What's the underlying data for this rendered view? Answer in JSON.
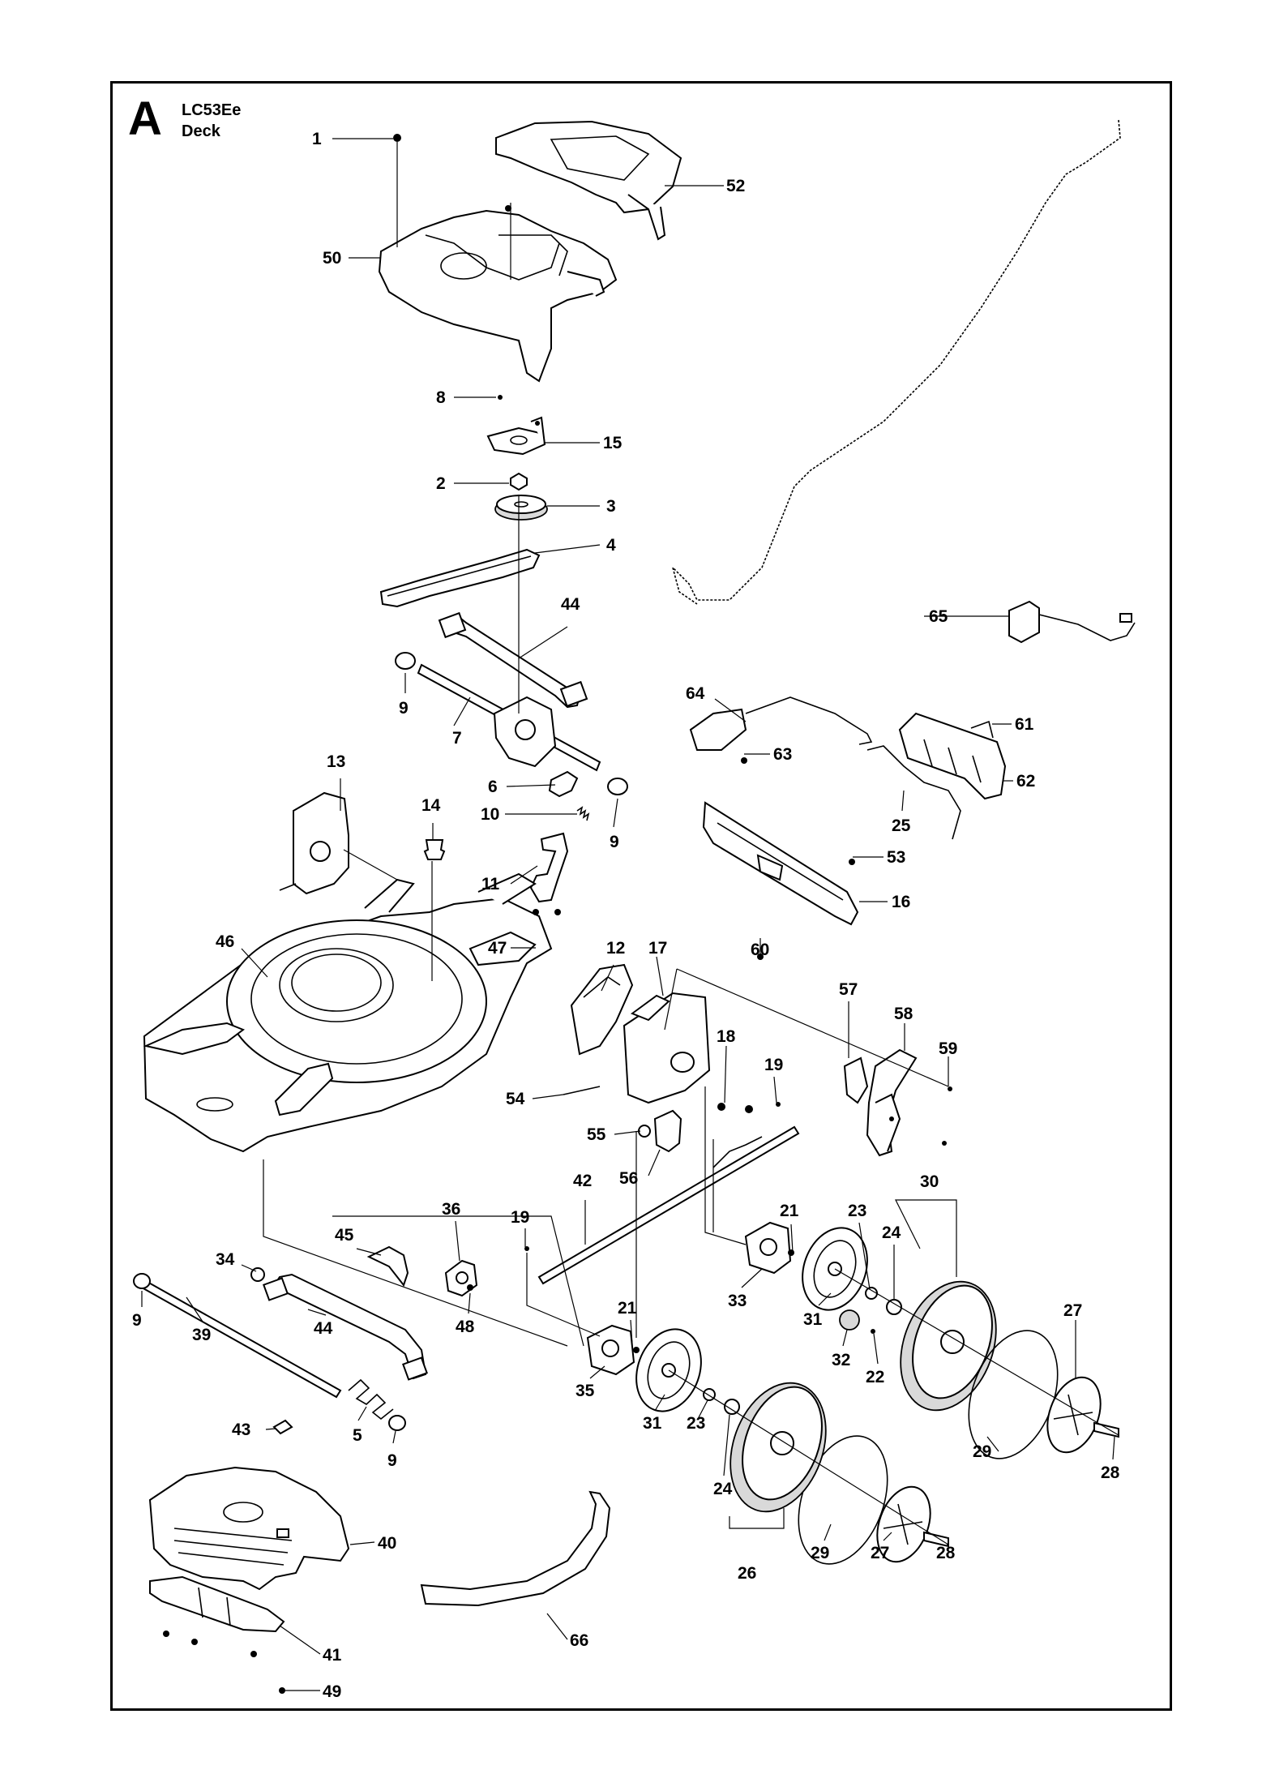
{
  "header": {
    "section": "A",
    "model": "LC53Ee",
    "subtitle": "Deck"
  },
  "callouts": [
    {
      "id": "c1",
      "label": "1"
    },
    {
      "id": "c52",
      "label": "52"
    },
    {
      "id": "c50",
      "label": "50"
    },
    {
      "id": "c8",
      "label": "8"
    },
    {
      "id": "c15",
      "label": "15"
    },
    {
      "id": "c2",
      "label": "2"
    },
    {
      "id": "c3",
      "label": "3"
    },
    {
      "id": "c4",
      "label": "4"
    },
    {
      "id": "c44a",
      "label": "44"
    },
    {
      "id": "c65",
      "label": "65"
    },
    {
      "id": "c64",
      "label": "64"
    },
    {
      "id": "c61",
      "label": "61"
    },
    {
      "id": "c9a",
      "label": "9"
    },
    {
      "id": "c7",
      "label": "7"
    },
    {
      "id": "c63",
      "label": "63"
    },
    {
      "id": "c62",
      "label": "62"
    },
    {
      "id": "c13",
      "label": "13"
    },
    {
      "id": "c6",
      "label": "6"
    },
    {
      "id": "c25",
      "label": "25"
    },
    {
      "id": "c14",
      "label": "14"
    },
    {
      "id": "c10",
      "label": "10"
    },
    {
      "id": "c9b",
      "label": "9"
    },
    {
      "id": "c11",
      "label": "11"
    },
    {
      "id": "c53",
      "label": "53"
    },
    {
      "id": "c16",
      "label": "16"
    },
    {
      "id": "c47",
      "label": "47"
    },
    {
      "id": "c46",
      "label": "46"
    },
    {
      "id": "c12",
      "label": "12"
    },
    {
      "id": "c60",
      "label": "60"
    },
    {
      "id": "c17",
      "label": "17"
    },
    {
      "id": "c57",
      "label": "57"
    },
    {
      "id": "c58",
      "label": "58"
    },
    {
      "id": "c18",
      "label": "18"
    },
    {
      "id": "c19a",
      "label": "19"
    },
    {
      "id": "c59",
      "label": "59"
    },
    {
      "id": "c54",
      "label": "54"
    },
    {
      "id": "c55",
      "label": "55"
    },
    {
      "id": "c56",
      "label": "56"
    },
    {
      "id": "c30",
      "label": "30"
    },
    {
      "id": "c42",
      "label": "42"
    },
    {
      "id": "c36",
      "label": "36"
    },
    {
      "id": "c19b",
      "label": "19"
    },
    {
      "id": "c21a",
      "label": "21"
    },
    {
      "id": "c23a",
      "label": "23"
    },
    {
      "id": "c24a",
      "label": "24"
    },
    {
      "id": "c45",
      "label": "45"
    },
    {
      "id": "c34",
      "label": "34"
    },
    {
      "id": "c33",
      "label": "33"
    },
    {
      "id": "c9c",
      "label": "9"
    },
    {
      "id": "c39",
      "label": "39"
    },
    {
      "id": "c44b",
      "label": "44"
    },
    {
      "id": "c48",
      "label": "48"
    },
    {
      "id": "c21b",
      "label": "21"
    },
    {
      "id": "c31a",
      "label": "31"
    },
    {
      "id": "c32",
      "label": "32"
    },
    {
      "id": "c22",
      "label": "22"
    },
    {
      "id": "c27a",
      "label": "27"
    },
    {
      "id": "c35",
      "label": "35"
    },
    {
      "id": "c31b",
      "label": "31"
    },
    {
      "id": "c23b",
      "label": "23"
    },
    {
      "id": "c29a",
      "label": "29"
    },
    {
      "id": "c28a",
      "label": "28"
    },
    {
      "id": "c43",
      "label": "43"
    },
    {
      "id": "c5",
      "label": "5"
    },
    {
      "id": "c9d",
      "label": "9"
    },
    {
      "id": "c24b",
      "label": "24"
    },
    {
      "id": "c40",
      "label": "40"
    },
    {
      "id": "c29b",
      "label": "29"
    },
    {
      "id": "c27b",
      "label": "27"
    },
    {
      "id": "c28b",
      "label": "28"
    },
    {
      "id": "c26",
      "label": "26"
    },
    {
      "id": "c41",
      "label": "41"
    },
    {
      "id": "c66",
      "label": "66"
    },
    {
      "id": "c49",
      "label": "49"
    }
  ]
}
